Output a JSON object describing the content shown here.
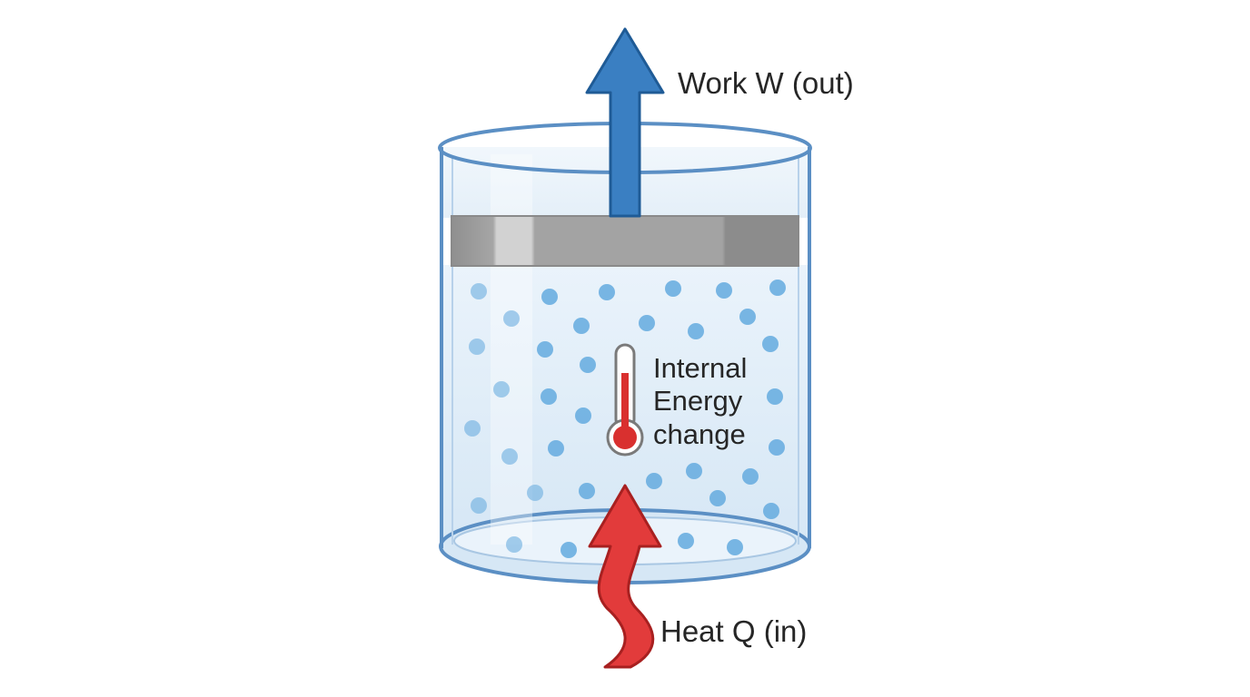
{
  "labels": {
    "work": "Work W (out)",
    "heat": "Heat Q (in)",
    "energy": [
      "Internal",
      "Energy",
      "change"
    ]
  },
  "colors": {
    "work_arrow": "#3a7fc2",
    "heat_arrow": "#e23b3b",
    "cylinder_wall": "#5b8fc4",
    "gas_fill": "#e2eef8",
    "piston": "#9a9a9a",
    "particle": "#6aaee0"
  },
  "icons": {
    "thermometer": "thermometer-icon"
  }
}
